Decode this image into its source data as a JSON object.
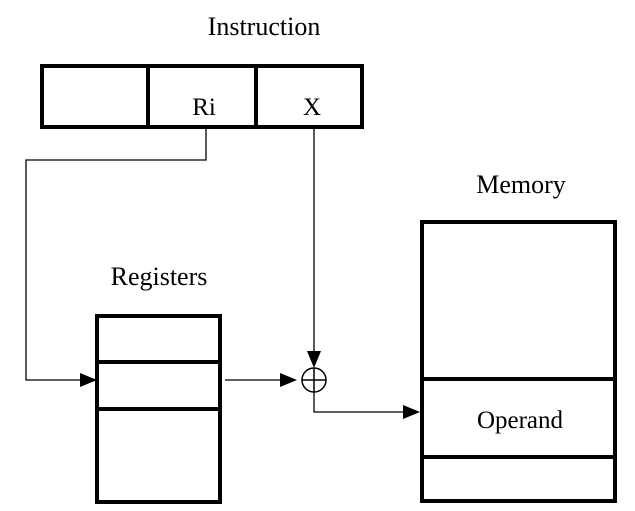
{
  "instruction": {
    "title": "Instruction",
    "fields": [
      "",
      "Ri",
      "X"
    ]
  },
  "registers": {
    "title": "Registers"
  },
  "memory": {
    "title": "Memory",
    "operand_label": "Operand"
  },
  "adder": {
    "symbol": "plus-in-circle"
  }
}
